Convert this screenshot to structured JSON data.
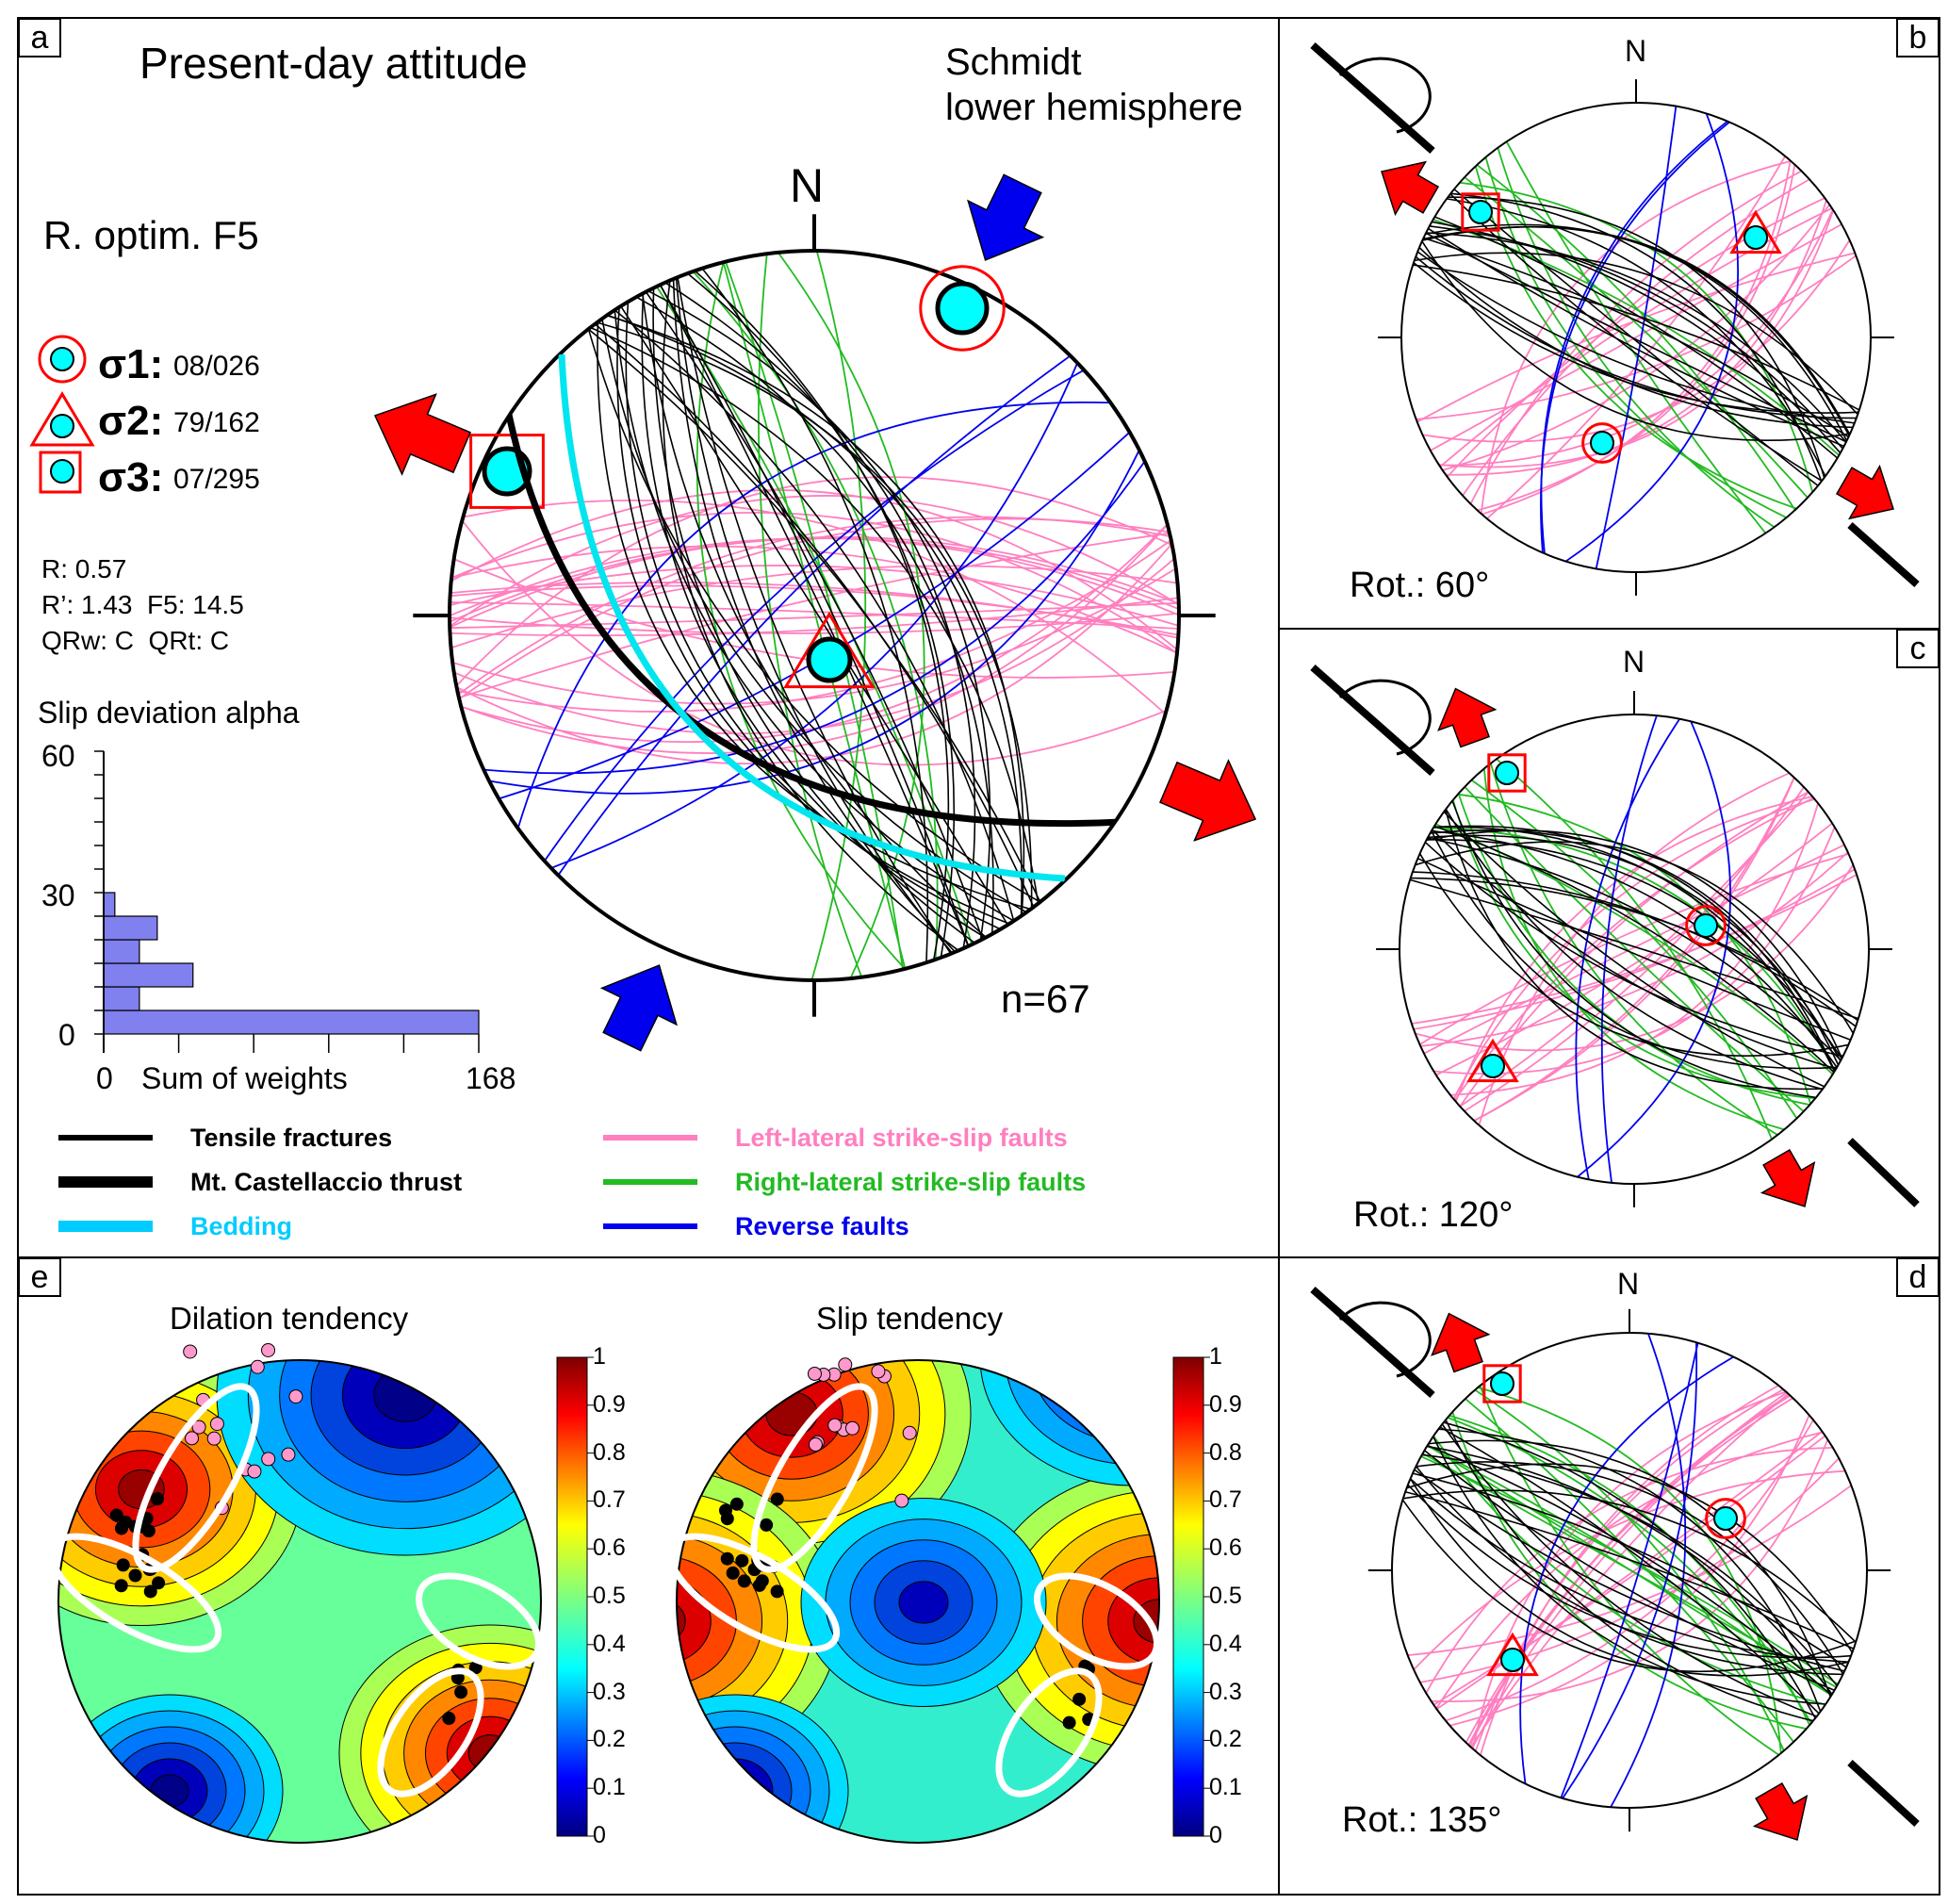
{
  "panels": {
    "a": {
      "label": "a",
      "title": "Present-day attitude",
      "projection": "Schmidt",
      "projection_sub": "lower hemisphere",
      "method": "R. optim. F5",
      "north": "N",
      "stresses": [
        {
          "name": "σ1:",
          "value": "08/026",
          "symbol": "circle"
        },
        {
          "name": "σ2:",
          "value": "79/162",
          "symbol": "triangle"
        },
        {
          "name": "σ3:",
          "value": "07/295",
          "symbol": "square"
        }
      ],
      "params": [
        "R: 0.57",
        "R’: 1.43  F5: 14.5",
        "QRw: C  QRt: C"
      ],
      "n_label": "n=67"
    },
    "b": {
      "label": "b",
      "north": "N",
      "rotation": "Rot.: 60°"
    },
    "c": {
      "label": "c",
      "north": "N",
      "rotation": "Rot.: 120°"
    },
    "d": {
      "label": "d",
      "north": "N",
      "rotation": "Rot.: 135°"
    },
    "e": {
      "label": "e",
      "dilation_title": "Dilation tendency",
      "slip_title": "Slip tendency",
      "colorbar_ticks": [
        "1",
        "0.9",
        "0.8",
        "0.7",
        "0.6",
        "0.5",
        "0.4",
        "0.3",
        "0.2",
        "0.1",
        "0"
      ]
    }
  },
  "legend": [
    {
      "label": "Tensile fractures",
      "color": "#000000"
    },
    {
      "label": "Mt. Castellaccio thrust",
      "color": "#000000"
    },
    {
      "label": "Bedding",
      "color": "#00ccff"
    },
    {
      "label": "Left-lateral strike-slip faults",
      "color": "#ff7fbf"
    },
    {
      "label": "Right-lateral strike-slip faults",
      "color": "#22bb22"
    },
    {
      "label": "Reverse faults",
      "color": "#0000ee"
    }
  ],
  "colors": {
    "tensile": "#000000",
    "left": "#ff7fbf",
    "right": "#22bb22",
    "reverse": "#0000ee",
    "bedding": "#00e5ee",
    "stress": "#00ffff",
    "arrow_red": "#ff0000",
    "arrow_blue": "#0000ee",
    "hist": "#8080ee"
  },
  "chart_data": {
    "type": "bar",
    "orientation": "horizontal",
    "title": "Slip deviation alpha",
    "xlabel": "Sum of weights",
    "x_tick_labels": [
      "0",
      "168"
    ],
    "y_tick_labels": [
      "0",
      "30",
      "60"
    ],
    "xlim": [
      0,
      168
    ],
    "ylim": [
      0,
      60
    ],
    "bins": [
      [
        0,
        5
      ],
      [
        5,
        10
      ],
      [
        10,
        15
      ],
      [
        15,
        20
      ],
      [
        20,
        25
      ],
      [
        25,
        30
      ]
    ],
    "values": [
      168,
      16,
      40,
      16,
      24,
      5
    ]
  }
}
